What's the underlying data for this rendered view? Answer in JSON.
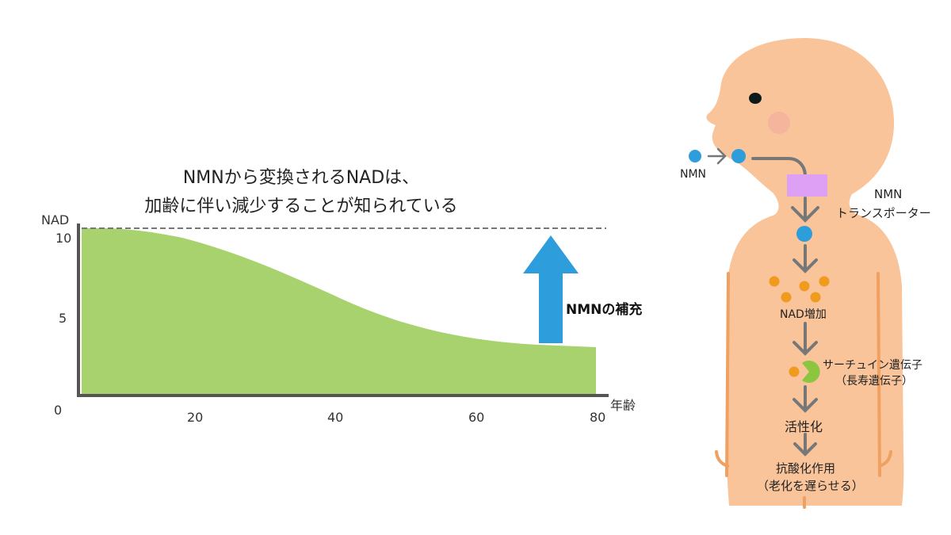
{
  "chart": {
    "title_line1": "NMNから変換されるNADは、",
    "title_line2": "加齢に伴い減少することが知られている",
    "y_axis_label": "NAD",
    "x_axis_label": "年齢",
    "y_ticks": [
      "10",
      "5",
      "0"
    ],
    "x_ticks": [
      "20",
      "40",
      "60",
      "80"
    ],
    "supplement_label": "NMNの補充",
    "fill_color": "#a8d26e",
    "arrow_color": "#2e9ddb",
    "axis_color": "#555555"
  },
  "chart_data": {
    "type": "area",
    "title": "NMNから変換されるNADは、加齢に伴い減少することが知られている",
    "xlabel": "年齢",
    "ylabel": "NAD",
    "x": [
      4,
      10,
      20,
      30,
      40,
      50,
      60,
      70,
      80
    ],
    "values": [
      10.3,
      10.2,
      9.6,
      8.4,
      6.7,
      5.0,
      3.9,
      3.2,
      2.9
    ],
    "ylim": [
      0,
      10.5
    ],
    "xlim": [
      0,
      80
    ],
    "reference_line": {
      "y": 10.3,
      "style": "dashed"
    },
    "annotations": [
      {
        "text": "NMNの補充",
        "type": "up-arrow",
        "x": 71
      }
    ]
  },
  "diagram": {
    "nmn_label": "NMN",
    "transporter_label_line1": "NMN",
    "transporter_label_line2": "トランスポーター",
    "nad_increase_label": "NAD増加",
    "sirtuin_label_line1": "サーチュイン遺伝子",
    "sirtuin_label_line2": "（長寿遺伝子）",
    "activation_label": "活性化",
    "antioxidant_label_line1": "抗酸化作用",
    "antioxidant_label_line2": "（老化を遅らせる）",
    "skin_color": "#f9c49a",
    "nmn_color": "#2e9ddb",
    "nad_color": "#f09a1e",
    "sirtuin_color": "#8cc63f",
    "transporter_color": "#dda0f5"
  }
}
